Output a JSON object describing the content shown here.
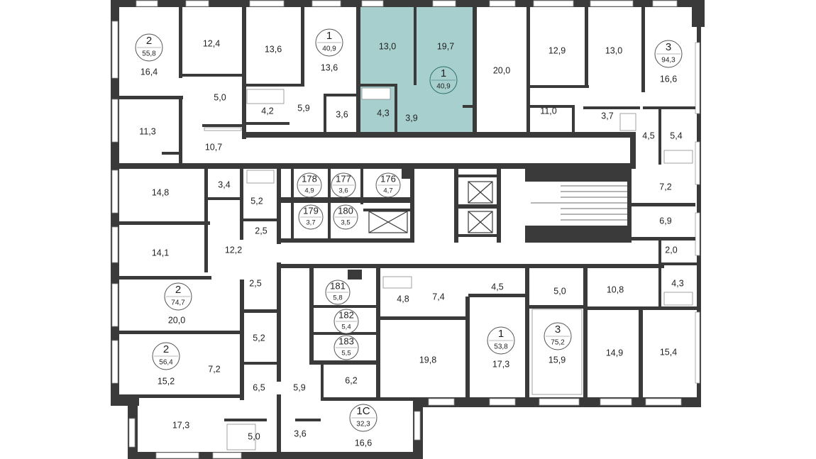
{
  "colors": {
    "wall": "#3a3a3a",
    "highlight": "#a6cfcd",
    "background": "#ffffff"
  },
  "highlighted_apartment": {
    "rooms": "1",
    "area": "40,9"
  },
  "apartments": [
    {
      "id": "apt-2-55",
      "rooms": "2",
      "area": "55,8"
    },
    {
      "id": "apt-1-40-top",
      "rooms": "1",
      "area": "40,9"
    },
    {
      "id": "apt-1-40-hl",
      "rooms": "1",
      "area": "40,9"
    },
    {
      "id": "apt-3-94",
      "rooms": "3",
      "area": "94,3"
    },
    {
      "id": "apt-2-74",
      "rooms": "2",
      "area": "74,7"
    },
    {
      "id": "apt-2-56",
      "rooms": "2",
      "area": "56,4"
    },
    {
      "id": "apt-1-53",
      "rooms": "1",
      "area": "53,8"
    },
    {
      "id": "apt-3-75",
      "rooms": "3",
      "area": "75,2"
    },
    {
      "id": "apt-1c-32",
      "rooms": "1С",
      "area": "32,3"
    }
  ],
  "storage_units": [
    {
      "number": "178",
      "area": "4,9"
    },
    {
      "number": "177",
      "area": "3,6"
    },
    {
      "number": "176",
      "area": "4,7"
    },
    {
      "number": "179",
      "area": "3,7"
    },
    {
      "number": "180",
      "area": "3,5"
    },
    {
      "number": "181",
      "area": "5,8"
    },
    {
      "number": "182",
      "area": "5,4"
    },
    {
      "number": "183",
      "area": "5,5"
    }
  ],
  "room_areas": [
    "16,4",
    "12,4",
    "13,6",
    "13,6",
    "13,0",
    "19,7",
    "20,0",
    "12,9",
    "13,0",
    "16,6",
    "5,0",
    "4,2",
    "5,9",
    "3,6",
    "4,3",
    "3,9",
    "11,0",
    "3,7",
    "4,5",
    "5,4",
    "11,3",
    "10,7",
    "14,8",
    "3,4",
    "5,2",
    "2,5",
    "7,2",
    "6,9",
    "14,1",
    "12,2",
    "2,0",
    "2,5",
    "4,8",
    "7,4",
    "4,5",
    "5,0",
    "10,8",
    "4,3",
    "20,0",
    "5,2",
    "19,8",
    "17,3",
    "15,9",
    "14,9",
    "15,4",
    "15,2",
    "7,2",
    "6,5",
    "5,9",
    "6,2",
    "17,3",
    "5,0",
    "3,6",
    "16,6"
  ]
}
